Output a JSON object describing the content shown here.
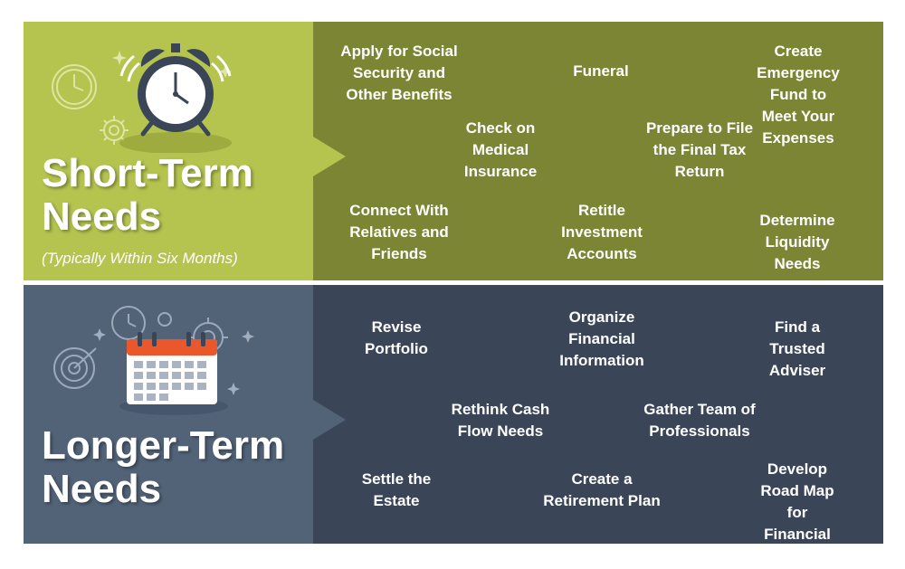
{
  "short_term": {
    "title_line1": "Short-Term",
    "title_line2": "Needs",
    "subtitle": "(Typically Within Six Months)",
    "items": [
      {
        "text": "Apply for Social\nSecurity and\nOther Benefits"
      },
      {
        "text": "Funeral"
      },
      {
        "text": "Create Emergency\nFund to Meet Your\nExpenses"
      },
      {
        "text": "Check on\nMedical\nInsurance"
      },
      {
        "text": "Prepare to File\nthe Final Tax\nReturn"
      },
      {
        "text": "Connect With\nRelatives and\nFriends"
      },
      {
        "text": "Retitle\nInvestment\nAccounts"
      },
      {
        "text": "Determine\nLiquidity Needs"
      }
    ]
  },
  "longer_term": {
    "title_line1": "Longer-Term",
    "title_line2": "Needs",
    "items": [
      {
        "text": "Revise\nPortfolio"
      },
      {
        "text": "Organize\nFinancial\nInformation"
      },
      {
        "text": "Find a Trusted\nAdviser"
      },
      {
        "text": "Rethink Cash\nFlow Needs"
      },
      {
        "text": "Gather Team of\nProfessionals"
      },
      {
        "text": "Settle the\nEstate"
      },
      {
        "text": "Create a\nRetirement Plan"
      },
      {
        "text": "Develop\nRoad Map for\nFinancial Future"
      }
    ]
  },
  "icons": {
    "short": "alarm-clock-icon",
    "long": "calendar-icon"
  },
  "colors": {
    "short_left": "#b5c34f",
    "short_right": "#7b8534",
    "long_left": "#526378",
    "long_right": "#3a4657",
    "calendar_header": "#e9572b"
  }
}
